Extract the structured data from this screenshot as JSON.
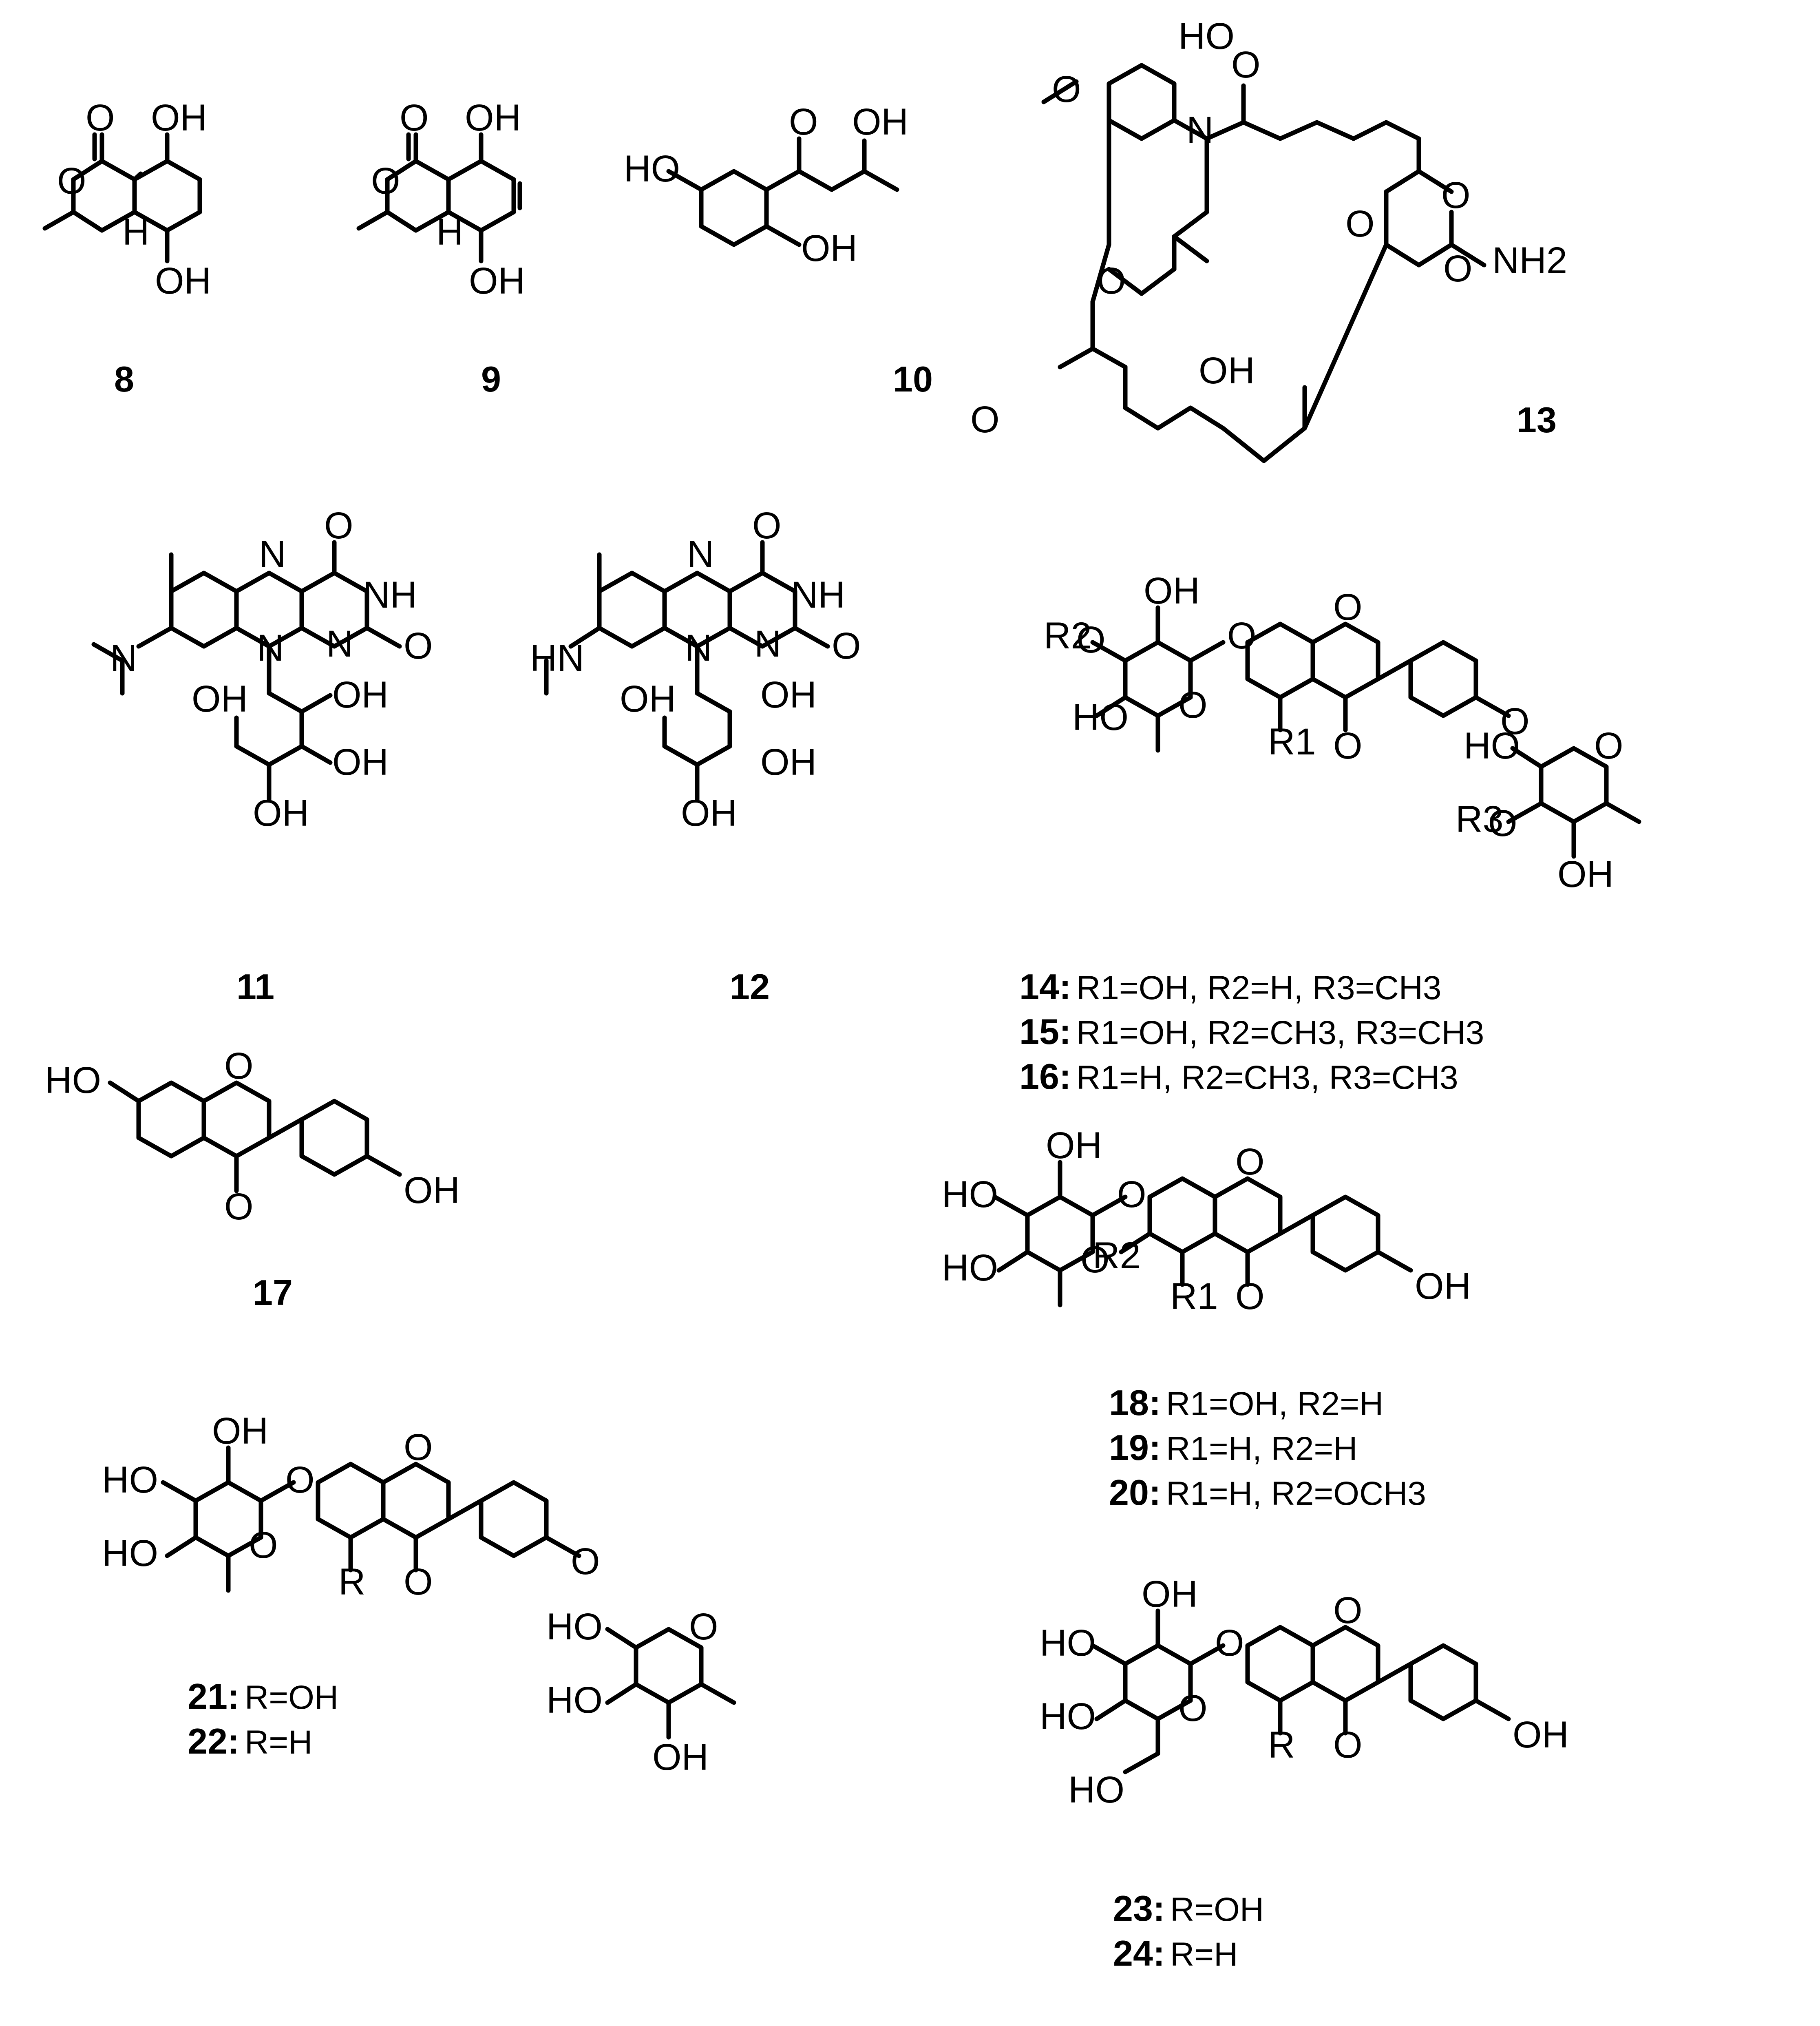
{
  "compounds": [
    {
      "id": "c8",
      "number": "8"
    },
    {
      "id": "c9",
      "number": "9"
    },
    {
      "id": "c10",
      "number": "10"
    },
    {
      "id": "c11",
      "number": "11"
    },
    {
      "id": "c12",
      "number": "12"
    },
    {
      "id": "c13",
      "number": "13"
    },
    {
      "id": "c17",
      "number": "17"
    }
  ],
  "substituent_tables": {
    "t14_16": [
      {
        "number": "14:",
        "text": "R1=OH, R2=H,     R3=CH3"
      },
      {
        "number": "15:",
        "text": "R1=OH, R2=CH3, R3=CH3"
      },
      {
        "number": "16:",
        "text": "R1=H,     R2=CH3, R3=CH3"
      }
    ],
    "t18_20": [
      {
        "number": "18:",
        "text": "R1=OH, R2=H"
      },
      {
        "number": "19:",
        "text": "R1=H, R2=H"
      },
      {
        "number": "20:",
        "text": "R1=H, R2=OCH3"
      }
    ],
    "t21_22": [
      {
        "number": "21:",
        "text": "R=OH"
      },
      {
        "number": "22:",
        "text": "R=H"
      }
    ],
    "t23_24": [
      {
        "number": "23:",
        "text": "R=OH"
      },
      {
        "number": "24:",
        "text": "R=H"
      }
    ]
  },
  "atom_labels": {
    "OH": "OH",
    "HO": "HO",
    "O": "O",
    "H": "H",
    "N": "N",
    "NH": "NH",
    "HN": "HN",
    "R": "R",
    "R1": "R1",
    "R2": "R2",
    "R3": "R3",
    "NH2": "NH2"
  }
}
